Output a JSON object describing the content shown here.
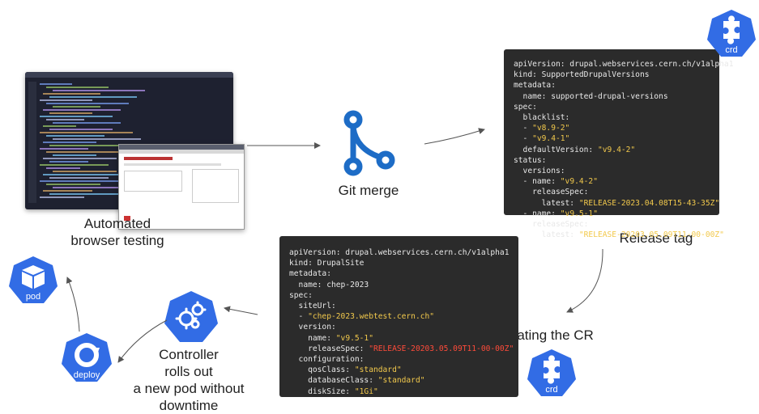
{
  "labels": {
    "git_merge": "Git merge",
    "automated_testing_1": "Automated",
    "automated_testing_2": "browser testing",
    "release_tag": "Release tag",
    "updating_cr": "Updating the CR",
    "controller_1": "Controller",
    "controller_2": "rolls out",
    "controller_3": "a new pod without",
    "controller_4": "downtime"
  },
  "icons": {
    "crd_top": "crd",
    "crd_bottom": "crd",
    "pod": "pod",
    "deploy": "deploy"
  },
  "code_top": [
    {
      "text": "apiVersion: drupal.webservices.cern.ch/v1alpha1"
    },
    {
      "text": "kind: SupportedDrupalVersions"
    },
    {
      "text": "metadata:"
    },
    {
      "text": "  name: supported-drupal-versions"
    },
    {
      "text": "spec:"
    },
    {
      "text": "  blacklist:"
    },
    {
      "pre": "  - ",
      "str": "\"v8.9-2\""
    },
    {
      "pre": "  - ",
      "str": "\"v9.4-1\""
    },
    {
      "pre": "  defaultVersion: ",
      "str": "\"v9.4-2\""
    },
    {
      "text": "status:"
    },
    {
      "text": "  versions:"
    },
    {
      "pre": "  - name: ",
      "str": "\"v9.4-2\""
    },
    {
      "text": "    releaseSpec:"
    },
    {
      "pre": "      latest: ",
      "str": "\"RELEASE-2023.04.08T15-43-35Z\""
    },
    {
      "pre": "  - name: ",
      "str": "\"v9.5-1\""
    },
    {
      "text": "    releaseSpec:"
    },
    {
      "pre": "      latest: ",
      "str": "\"RELEASE-20203.05.09T11-00-00Z\""
    }
  ],
  "code_bottom": [
    {
      "text": "apiVersion: drupal.webservices.cern.ch/v1alpha1"
    },
    {
      "text": "kind: DrupalSite"
    },
    {
      "text": "metadata:"
    },
    {
      "text": "  name: chep-2023"
    },
    {
      "text": "spec:"
    },
    {
      "text": "  siteUrl:"
    },
    {
      "pre": "  - ",
      "str": "\"chep-2023.webtest.cern.ch\""
    },
    {
      "text": "  version:"
    },
    {
      "pre": "    name: ",
      "str": "\"v9.5-1\""
    },
    {
      "pre": "    releaseSpec: ",
      "red": "\"RELEASE-20203.05.09T11-00-00Z\""
    },
    {
      "text": "  configuration:"
    },
    {
      "pre": "    qosClass: ",
      "str": "\"standard\""
    },
    {
      "pre": "    databaseClass: ",
      "str": "\"standard\""
    },
    {
      "pre": "    diskSize: ",
      "str": "\"1Gi\""
    }
  ],
  "colors": {
    "k8s_blue": "#326ce5",
    "git_blue": "#1d6cc6",
    "code_bg": "#2b2b2b",
    "code_string": "#f2c94c",
    "code_highlight": "#ff4b3a"
  }
}
